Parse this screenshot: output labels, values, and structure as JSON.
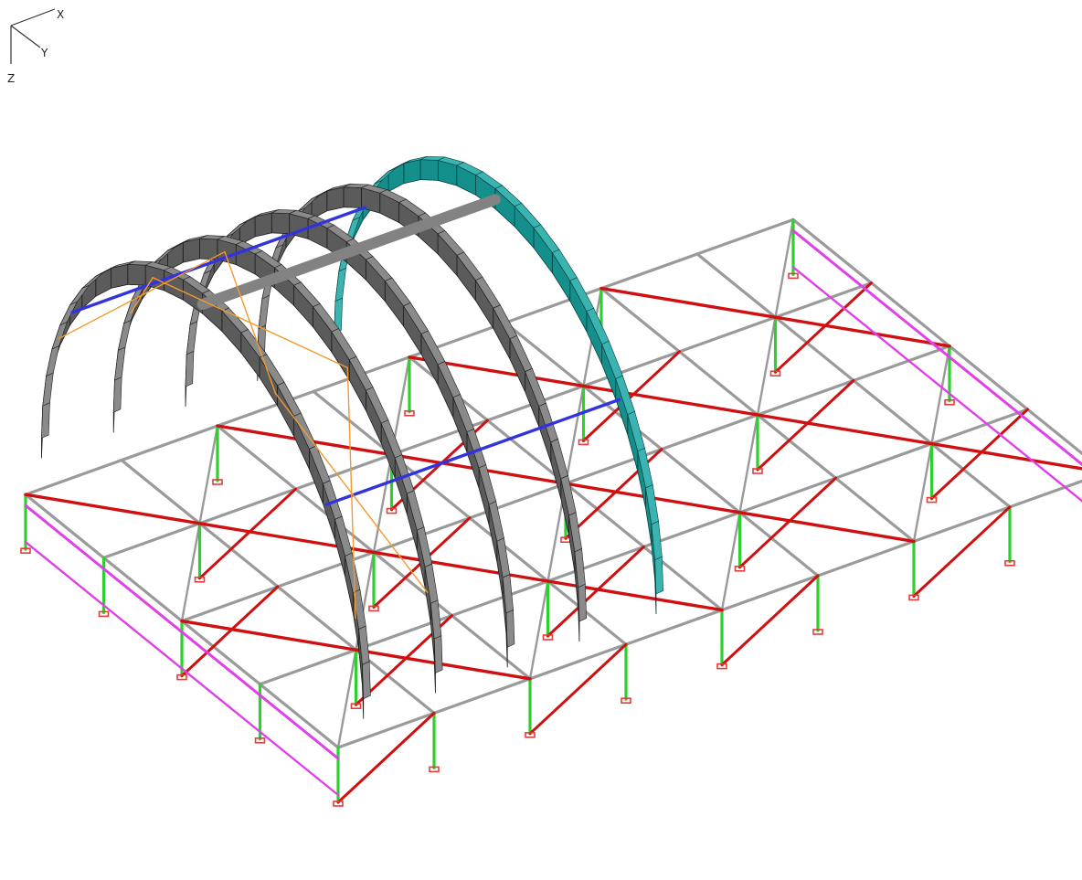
{
  "axes": {
    "x_label": "X",
    "y_label": "Y",
    "z_label": "Z"
  },
  "colors": {
    "background": "#ffffff",
    "arch_grey": "#5b5b5b",
    "arch_grey_edge": "#1e1e1e",
    "arch_highlight": "#148f8c",
    "arch_highlight_edge": "#063f3e",
    "longitudinal_beam": "#828282",
    "bracing_cable": "#f39a2e",
    "tie_blue": "#3333dd",
    "grid_grey": "#9a9a9a",
    "truss_red": "#d01010",
    "post_green": "#2fcf2f",
    "edge_magenta": "#e040e8",
    "support_pad": "#e83b3b"
  },
  "model": {
    "arches": 5,
    "highlighted_arch": 5,
    "grid_columns": 8,
    "grid_rows": 5,
    "icons": [
      "support-pad-icon",
      "axis-triad-icon"
    ]
  }
}
